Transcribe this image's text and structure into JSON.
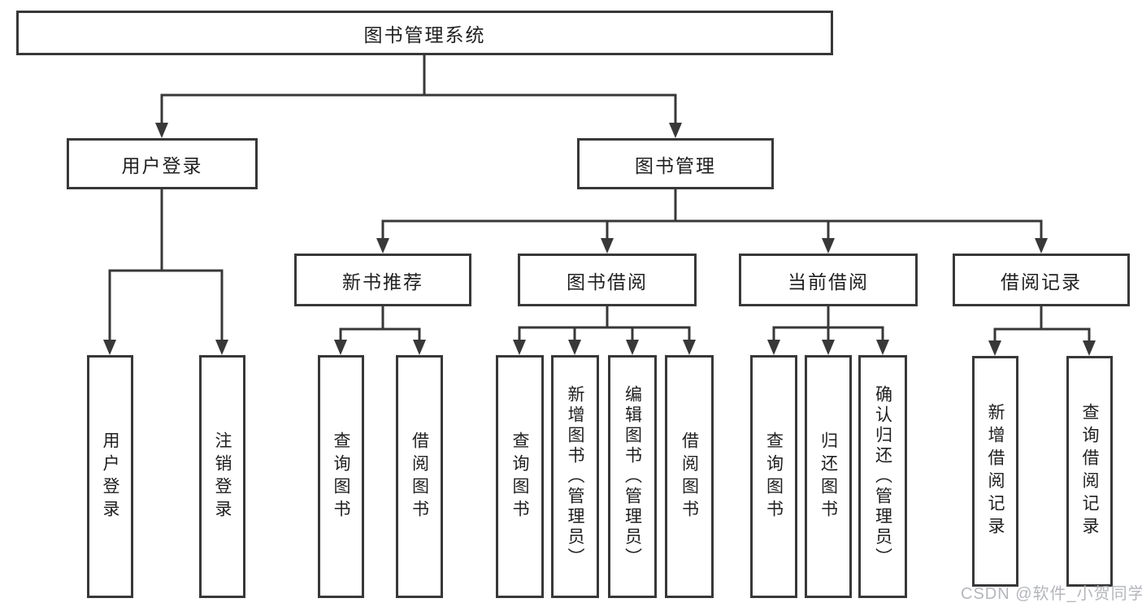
{
  "tree": {
    "label": "图书管理系统",
    "children": [
      {
        "label": "用户登录",
        "children": [
          {
            "label": "用户登录"
          },
          {
            "label": "注销登录"
          }
        ]
      },
      {
        "label": "图书管理",
        "children": [
          {
            "label": "新书推荐",
            "children": [
              {
                "label": "查询图书"
              },
              {
                "label": "借阅图书"
              }
            ]
          },
          {
            "label": "图书借阅",
            "children": [
              {
                "label": "查询图书"
              },
              {
                "label": "新增图书（管理员）"
              },
              {
                "label": "编辑图书（管理员）"
              },
              {
                "label": "借阅图书"
              }
            ]
          },
          {
            "label": "当前借阅",
            "children": [
              {
                "label": "查询图书"
              },
              {
                "label": "归还图书"
              },
              {
                "label": "确认归还（管理员）"
              }
            ]
          },
          {
            "label": "借阅记录",
            "children": [
              {
                "label": "新增借阅记录"
              },
              {
                "label": "查询借阅记录"
              }
            ]
          }
        ]
      }
    ]
  },
  "watermark": "CSDN @软件_小贺同学",
  "colors": {
    "line": "#383838",
    "text": "#1f1f1f",
    "background": "#ffffff",
    "watermark": "#b3b6bb"
  }
}
